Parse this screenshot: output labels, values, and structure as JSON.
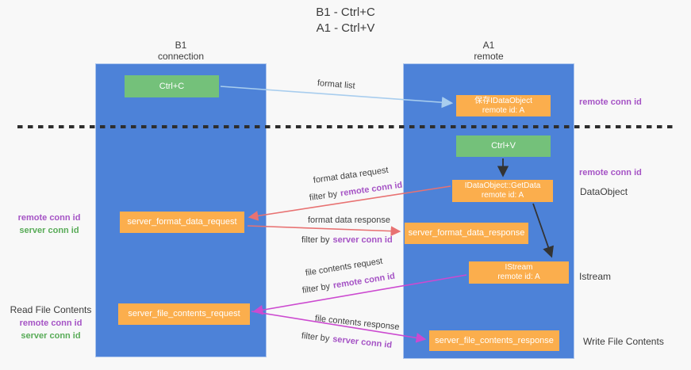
{
  "title": {
    "line1": "B1 - Ctrl+C",
    "line2": "A1 - Ctrl+V"
  },
  "columns": {
    "left": {
      "header_line1": "B1",
      "header_line2": "connection"
    },
    "right": {
      "header_line1": "A1",
      "header_line2": "remote"
    }
  },
  "nodes": {
    "ctrl_c": "Ctrl+C",
    "ctrl_v": "Ctrl+V",
    "save_idataobject": {
      "line1": "保存IDataObject",
      "line2": "remote id: A"
    },
    "idataobject_getdata": {
      "line1": "IDataObject::GetData",
      "line2": "remote id: A"
    },
    "istream": {
      "line1": "IStream",
      "line2": "remote id: A"
    },
    "server_format_data_request": "server_format_data_request",
    "server_format_data_response": "server_format_data_response",
    "server_file_contents_request": "server_file_contents_request",
    "server_file_contents_response": "server_file_contents_response"
  },
  "edges": {
    "format_list": "format list",
    "filter_by": "filter by",
    "format_data_request": "format data request",
    "format_data_response": "format data response",
    "file_contents_request": "file contents request",
    "file_contents_response": "file contents response",
    "remote_conn_id": "remote conn id",
    "server_conn_id": "server conn id"
  },
  "side_labels": {
    "right_remote_conn_id_top": "remote conn id",
    "right_remote_conn_id_mid": "remote conn id",
    "right_dataobject": "DataObject",
    "right_istream": "Istream",
    "right_write_file_contents": "Write File Contents",
    "left_remote_conn_id_1": "remote conn id",
    "left_server_conn_id_1": "server conn id",
    "left_read_file_contents": "Read File Contents",
    "left_remote_conn_id_2": "remote conn id",
    "left_server_conn_id_2": "server conn id"
  },
  "colors": {
    "column_blue": "#4d82d8",
    "node_green": "#74c17a",
    "node_orange": "#fbae4d",
    "arrow_light_blue": "#a8cdee",
    "arrow_salmon": "#e87272",
    "arrow_magenta": "#cc4ad0",
    "arrow_black": "#333333",
    "text_purple": "#a553c5",
    "text_green": "#58ab57"
  }
}
